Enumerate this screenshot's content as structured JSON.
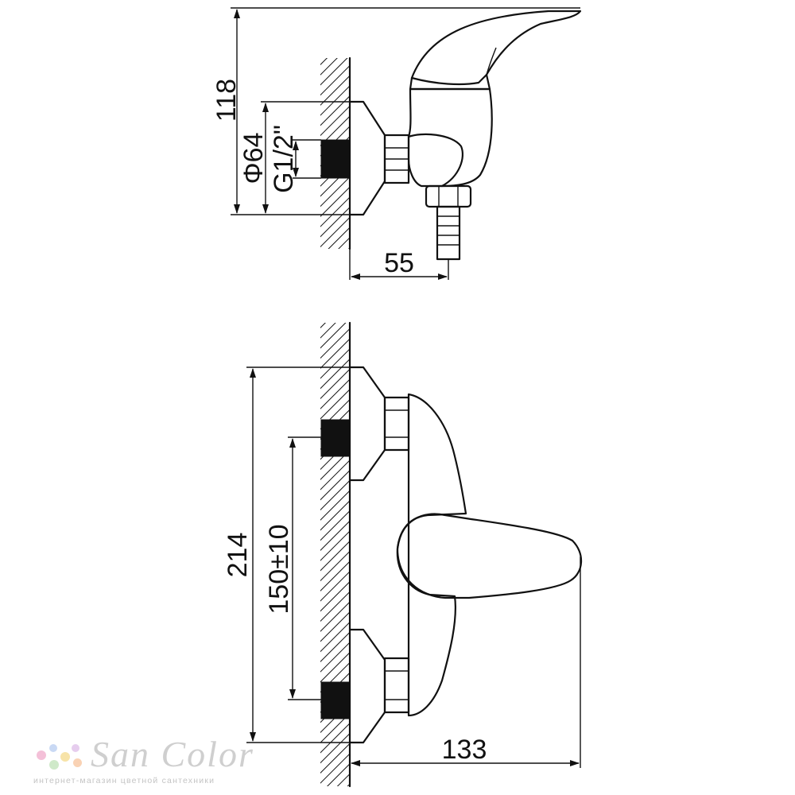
{
  "dimensions": {
    "height_total": "118",
    "flange_diameter": "Φ64",
    "thread": "G1/2\"",
    "projection": "55",
    "overall_width": "214",
    "center_distance": "150±10",
    "reach": "133"
  },
  "watermark": {
    "name": "San Color",
    "tagline": "интернет-магазин цветной сантехники",
    "dot_colors": [
      "#f4c0d8",
      "#c9d9f4",
      "#f7e3a8",
      "#cfe9c9",
      "#e6cdee",
      "#f9d2b4"
    ]
  }
}
